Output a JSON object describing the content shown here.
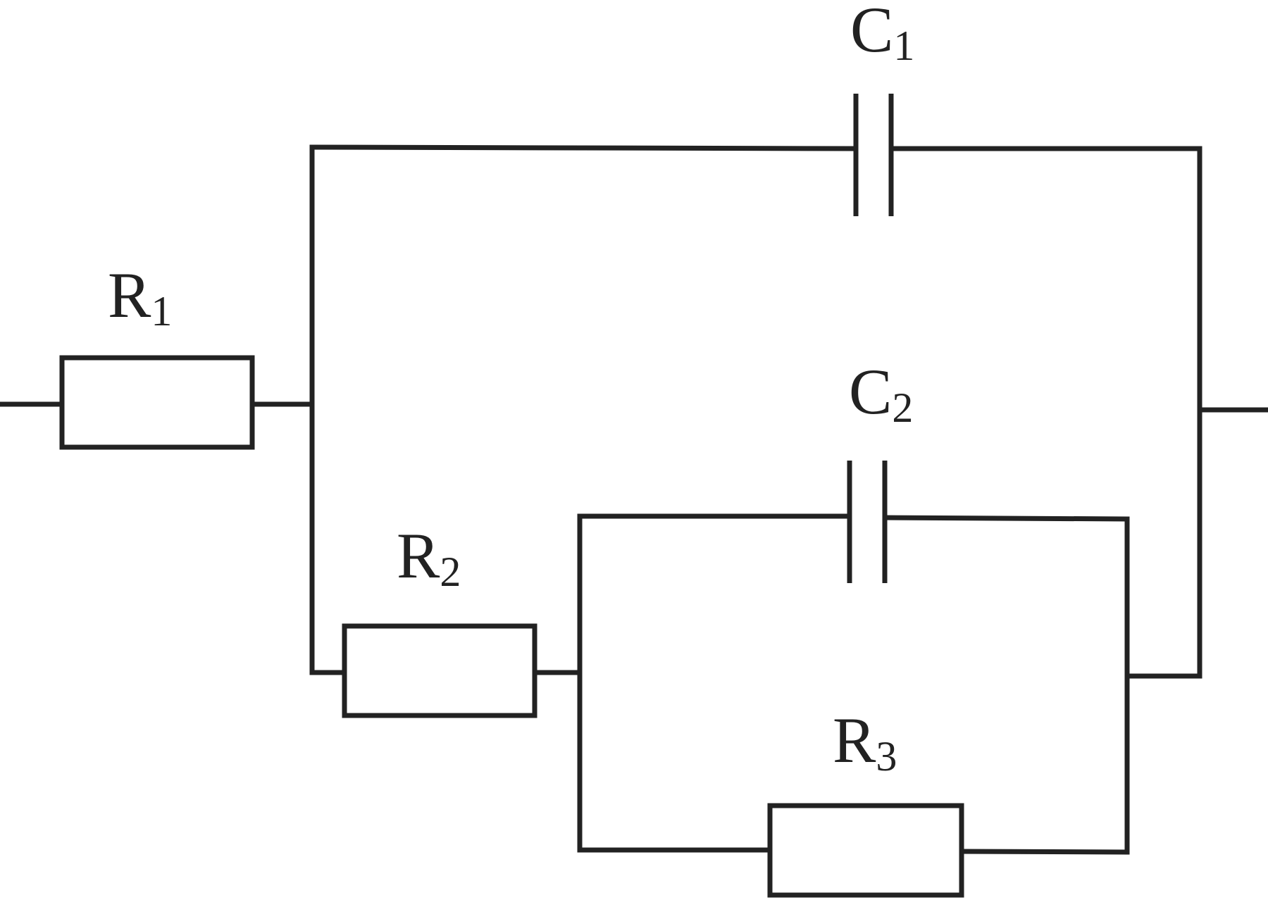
{
  "components": {
    "r1": {
      "symbol": "R",
      "index": "1"
    },
    "r2": {
      "symbol": "R",
      "index": "2"
    },
    "r3": {
      "symbol": "R",
      "index": "3"
    },
    "c1": {
      "symbol": "C",
      "index": "1"
    },
    "c2": {
      "symbol": "C",
      "index": "2"
    }
  }
}
